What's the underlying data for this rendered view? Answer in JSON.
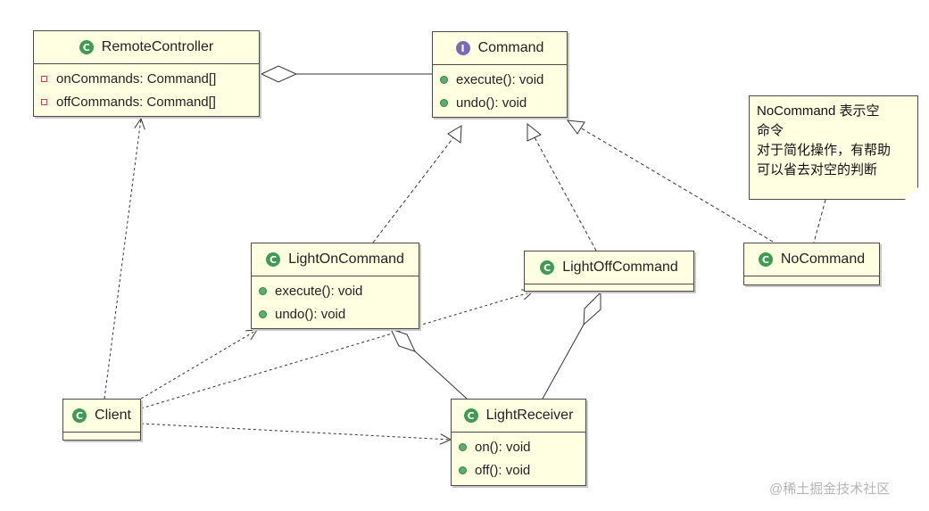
{
  "classes": {
    "remote_controller": {
      "name": "RemoteController",
      "stereotype": "C",
      "attributes": [
        "onCommands: Command[]",
        "offCommands: Command[]"
      ]
    },
    "command": {
      "name": "Command",
      "stereotype": "I",
      "methods": [
        "execute(): void",
        "undo(): void"
      ]
    },
    "light_on_command": {
      "name": "LightOnCommand",
      "stereotype": "C",
      "methods": [
        "execute(): void",
        "undo(): void"
      ]
    },
    "light_off_command": {
      "name": "LightOffCommand",
      "stereotype": "C"
    },
    "no_command": {
      "name": "NoCommand",
      "stereotype": "C"
    },
    "client": {
      "name": "Client",
      "stereotype": "C"
    },
    "light_receiver": {
      "name": "LightReceiver",
      "stereotype": "C",
      "methods": [
        "on(): void",
        "off(): void"
      ]
    }
  },
  "note": {
    "text": "NoCommand 表示空\n命令\n对于简化操作，有帮助\n可以省去对空的判断"
  },
  "watermark": "@稀土掘金技术社区",
  "colors": {
    "class_fill": "#ffffe2",
    "class_icon": "#3f9b53",
    "interface_icon": "#7a6bb8",
    "method_dot": "#58b06a",
    "attribute_marker": "#c9463f"
  }
}
